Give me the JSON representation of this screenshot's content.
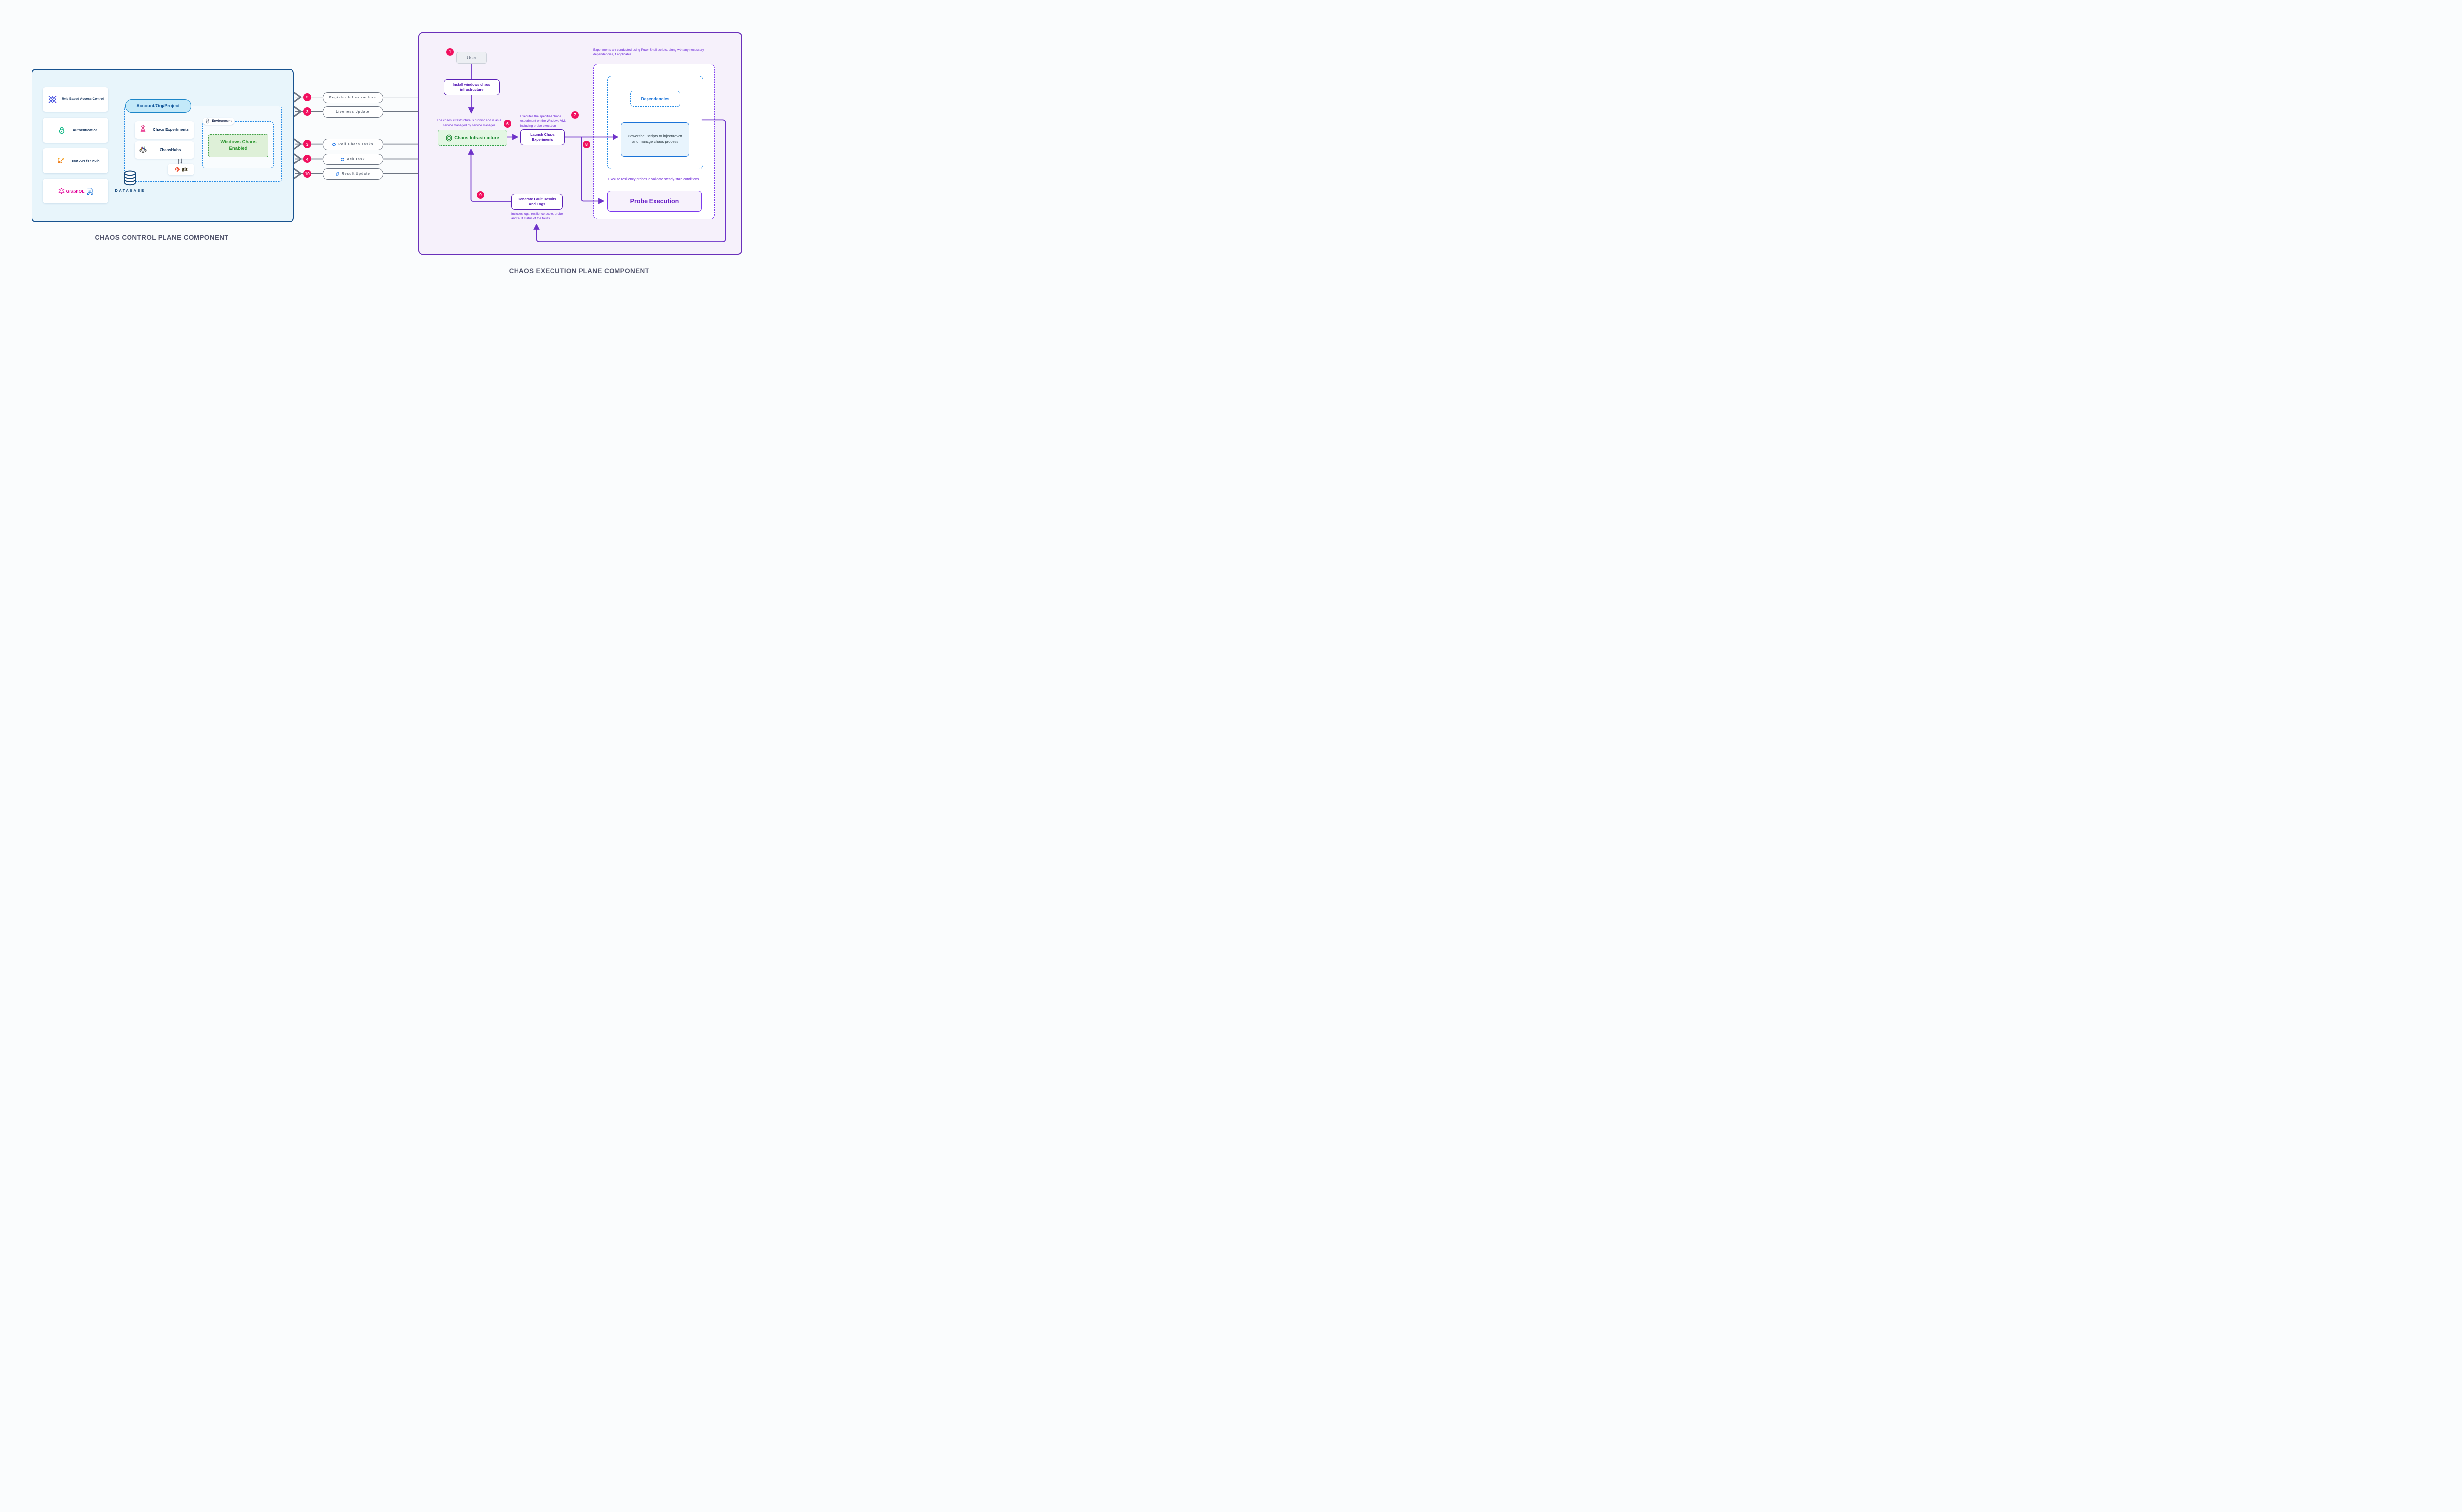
{
  "left_panel": {
    "title": "CHAOS CONTROL PLANE COMPONENT",
    "cards": [
      {
        "label": "Role Based Access Control",
        "icon": "rbac-icon"
      },
      {
        "label": "Authentication",
        "icon": "open-lock-icon"
      },
      {
        "label": "Rest API for Auth",
        "icon": "api-share-icon"
      },
      {
        "label": "GraphQL",
        "icon": "graphql-icon",
        "secondary_icon_text": "API"
      }
    ],
    "account_pill": "Account/Org/Project",
    "chaos_experiments_label": "Chaos Experiments",
    "chaoshubs_label": "ChaosHubs",
    "git_label": "git",
    "environment_label": "Environment",
    "windows_chaos_label": "Windows Chaos Enabled",
    "database_label": "DATABASE"
  },
  "connectors": [
    {
      "num": "2",
      "label": "Register Infrastructure",
      "has_sync_icon": false
    },
    {
      "num": "3",
      "label": "Liveness Update",
      "has_sync_icon": false
    },
    {
      "num": "3",
      "label": "Poll Chaos Tasks",
      "has_sync_icon": true
    },
    {
      "num": "4",
      "label": "Ack Task",
      "has_sync_icon": true
    },
    {
      "num": "10",
      "label": "Result Update",
      "has_sync_icon": true
    }
  ],
  "right_panel": {
    "title": "CHAOS EXECUTION PLANE COMPONENT",
    "badge_1": "1",
    "badge_6": "6",
    "badge_7": "7",
    "badge_8": "8",
    "badge_9": "9",
    "user_label": "User",
    "install_label": "Install windows chaos infrastructure",
    "note_running": "The chaos infrastructure is running and is as a service managed by service manager",
    "chaos_infrastructure_label": "Chaos Infrastructure",
    "note_executes": "Executes the specified chaos experiment on the Windows VM, including probe execution",
    "launch_label": "Launch Chaos Experiments",
    "generate_label": "Generate Fault Results And Logs",
    "note_includes": "Includes logs, resilience score, probe and fault status of the faults.",
    "note_powershell": "Experiments are conducted using PowerShell scripts, along with any necessary dependencies, if applicable",
    "dependencies_label": "Dependencies",
    "powershell_box_label": "Powershell scripts to inject/revert and manage chaos process",
    "note_probes": "Execute resiliency probes to validate steady-state conditions",
    "probe_execution_label": "Probe Execution"
  },
  "colors": {
    "badge_pink": "#F1105F",
    "purple_line": "#6e32c9",
    "purple_text": "#6d28d9",
    "left_panel_bg": "#e8f5fb",
    "left_panel_border": "#17528f",
    "right_panel_bg": "#f6f1fb",
    "right_panel_border": "#6a30ba",
    "green_text": "#1f8a34",
    "windows_green_bg": "#def0d8",
    "blue_accent": "#1a73d8",
    "gray_line": "#6d7582",
    "navy_text": "#16355d",
    "title_gray": "#54576E"
  }
}
